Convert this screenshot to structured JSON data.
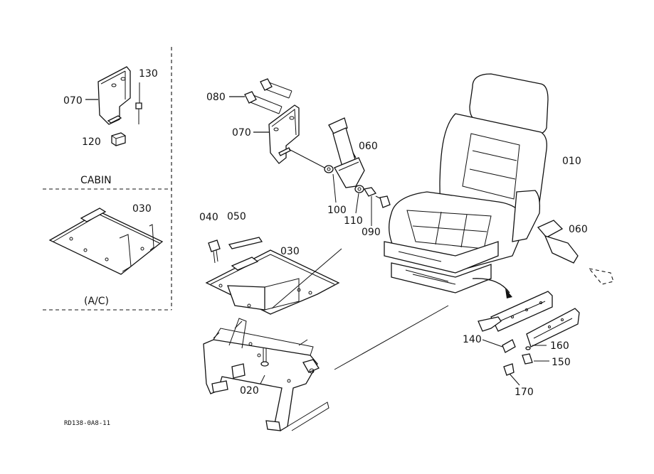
{
  "labels": {
    "p010": "010",
    "p020": "020",
    "p030_top": "030",
    "p030_mid": "030",
    "p040": "040",
    "p050": "050",
    "p060_belt": "060",
    "p060_right": "060",
    "p070_left": "070",
    "p070_mid": "070",
    "p080": "080",
    "p090": "090",
    "p100": "100",
    "p110": "110",
    "p120": "120",
    "p130": "130",
    "p140": "140",
    "p150": "150",
    "p160": "160",
    "p170": "170"
  },
  "sections": {
    "cabin": "CABIN",
    "ac": "(A/C)"
  },
  "drawing_code": "RD138-0A8-11",
  "icons": [
    "seat-icon",
    "seat-belt-icon",
    "bracket-icon",
    "bolt-icon",
    "nut-icon",
    "washer-icon",
    "mounting-plate-icon",
    "seat-frame-icon",
    "slide-rail-icon",
    "lever-icon",
    "direction-arrow-icon"
  ]
}
